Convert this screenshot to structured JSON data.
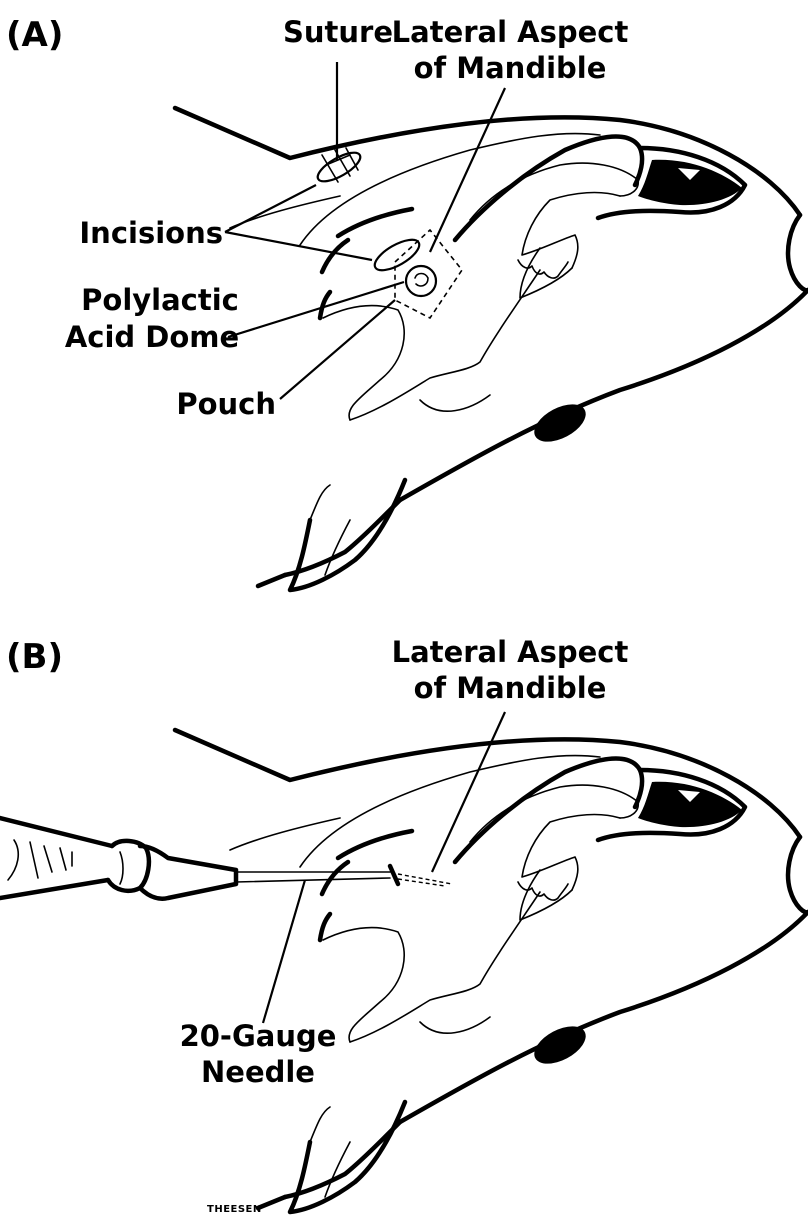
{
  "panel_a": {
    "label": "(A)",
    "callouts": {
      "suture": "Suture",
      "lateral_line1": "Lateral Aspect",
      "lateral_line2": "of Mandible",
      "incisions": "Incisions",
      "dome_line1": "Polylactic",
      "dome_line2": "Acid Dome",
      "pouch": "Pouch"
    }
  },
  "panel_b": {
    "label": "(B)",
    "callouts": {
      "lateral_line1": "Lateral Aspect",
      "lateral_line2": "of Mandible",
      "needle_line1": "20-Gauge",
      "needle_line2": "Needle"
    }
  },
  "signature": "THEESEN"
}
